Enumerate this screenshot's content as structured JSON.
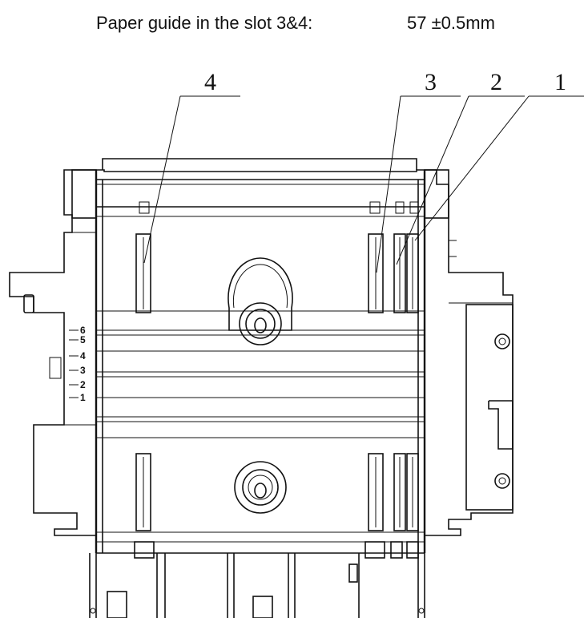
{
  "caption": {
    "label": "Paper guide in the slot 3&4:",
    "value": "57 ±0.5mm"
  },
  "callouts": [
    "4",
    "3",
    "2",
    "1"
  ],
  "scale_marks": [
    "6",
    "5",
    "4",
    "3",
    "2",
    "1"
  ]
}
